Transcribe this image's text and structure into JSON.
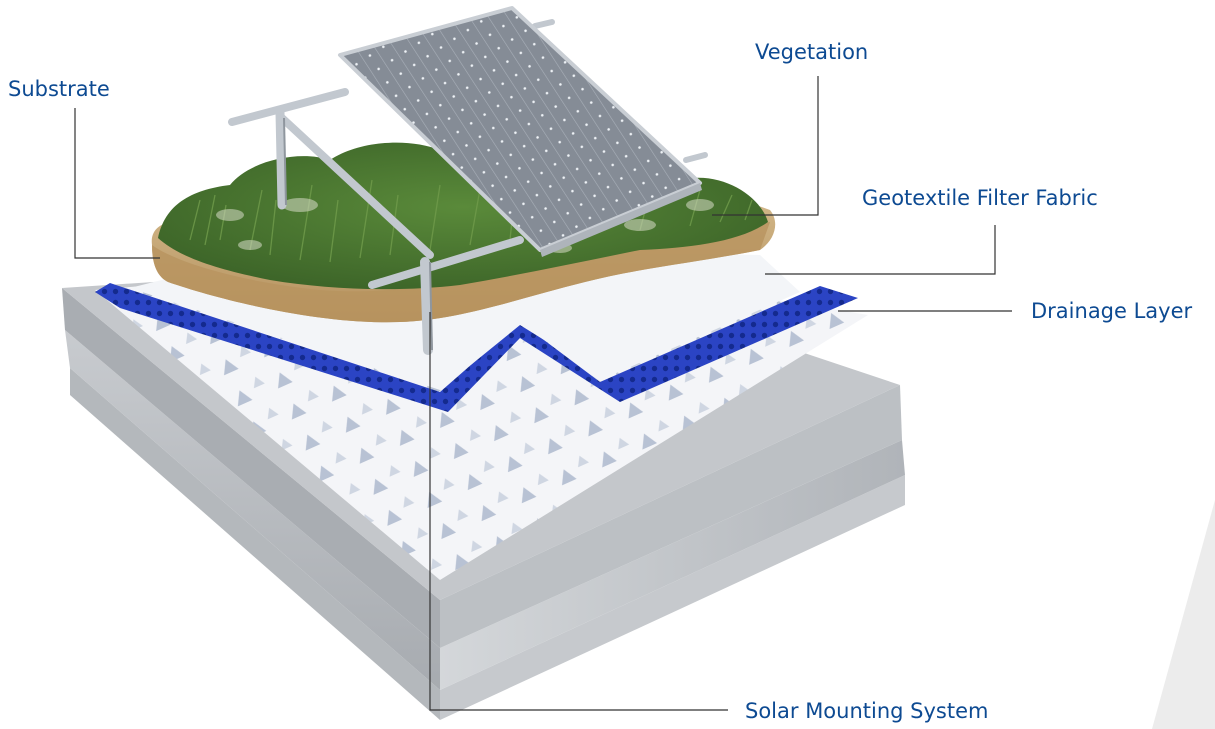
{
  "labels": {
    "substrate": "Substrate",
    "vegetation": "Vegetation",
    "geotextile": "Geotextile Filter Fabric",
    "drainage": "Drainage Layer",
    "solar": "Solar Mounting System"
  },
  "colors": {
    "label_text": "#0d4a92",
    "leader_line": "#333333",
    "drainage_blue": "#2b44c4",
    "soil": "#c9a878",
    "vegetation_green": "#4e7a33",
    "solar_panel": "#7e858f",
    "concrete": "#b9bcc0"
  }
}
